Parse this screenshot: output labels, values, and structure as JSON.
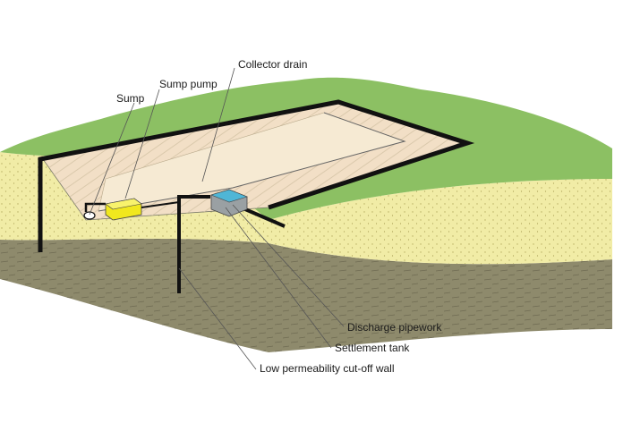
{
  "labels": {
    "collector_drain": "Collector drain",
    "sump_pump": "Sump pump",
    "sump": "Sump",
    "discharge_pipework": "Discharge pipework",
    "settlement_tank": "Settlement tank",
    "cut_off_wall": "Low permeability cut-off wall"
  },
  "colors": {
    "grass": "#8cc063",
    "sand": "#f1eca6",
    "clay": "#8e8a6c",
    "excavation": "#f2dfc6",
    "pump": "#f1e81e",
    "tank": "#9aa0a3",
    "tank_water": "#4fb6d6",
    "pipe": "#111111"
  }
}
